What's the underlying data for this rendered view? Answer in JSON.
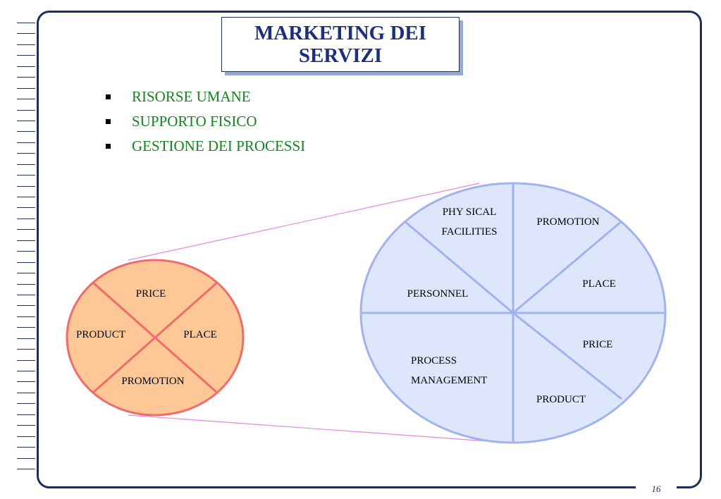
{
  "slide": {
    "title": "MARKETING DEI SERVIZI",
    "page_number": "16",
    "bullets": [
      "RISORSE UMANE",
      "SUPPORTO FISICO",
      "GESTIONE DEI PROCESSI"
    ]
  },
  "small_circle": {
    "labels": [
      "PRICE",
      "PRODUCT",
      "PLACE",
      "PROMOTION"
    ],
    "fill": "#fdc896",
    "stroke": "#f26b6b"
  },
  "large_circle": {
    "labels": [
      "PHY SICAL",
      "FACILITIES",
      "PROMOTION",
      "PERSONNEL",
      "PLACE",
      "PRICE",
      "PROCESS",
      "MANAGEMENT",
      "PRODUCT"
    ],
    "fill": "#dee6fb",
    "stroke": "#a0b2f0"
  },
  "colors": {
    "title_text": "#1b2f80",
    "bullet_text": "#14851e",
    "frame": "#1e2e5c",
    "connector": "#e088e0"
  }
}
